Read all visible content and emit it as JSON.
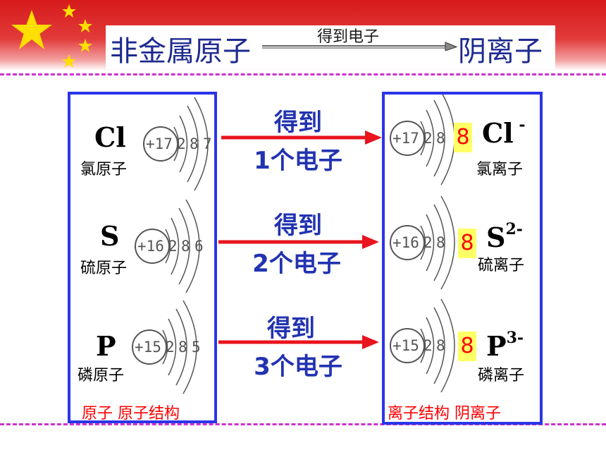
{
  "title": {
    "left": "非金属原子",
    "arrow_label": "得到电子",
    "right": "阴离子"
  },
  "atoms": [
    {
      "symbol": "Cl",
      "name": "氯原子",
      "structure": "+17 2 8 7"
    },
    {
      "symbol": "S",
      "name": "硫原子",
      "structure": "+16 2 8 6"
    },
    {
      "symbol": "P",
      "name": "磷原子",
      "structure": "+15 2 8 5"
    }
  ],
  "arrows": [
    {
      "top": "得到",
      "bottom": "1个电子"
    },
    {
      "top": "得到",
      "bottom": "2个电子"
    },
    {
      "top": "得到",
      "bottom": "3个电子"
    }
  ],
  "ions": [
    {
      "symbol": "Cl",
      "charge": " -",
      "name": "氯离子",
      "structure": "+17 2 8",
      "highlight": "8"
    },
    {
      "symbol": "S",
      "charge": "2-",
      "name": "硫离子",
      "structure": "+16 2 8",
      "highlight": "8"
    },
    {
      "symbol": "P",
      "charge": "3-",
      "name": "磷离子",
      "structure": "+15 2 8",
      "highlight": "8"
    }
  ],
  "footer": {
    "left": "原子 原子结构",
    "right": "离子结构 阴离子"
  },
  "colors": {
    "banner": "#d61a1a",
    "star": "#ffde00",
    "panel_border": "#2b35e8",
    "arrow": "#e8141e",
    "label_text": "#2233b0",
    "title_text": "#1f2a90",
    "highlight_bg": "#ffff66",
    "highlight_text": "#ff0000",
    "dashed_line": "#cc33cc"
  }
}
